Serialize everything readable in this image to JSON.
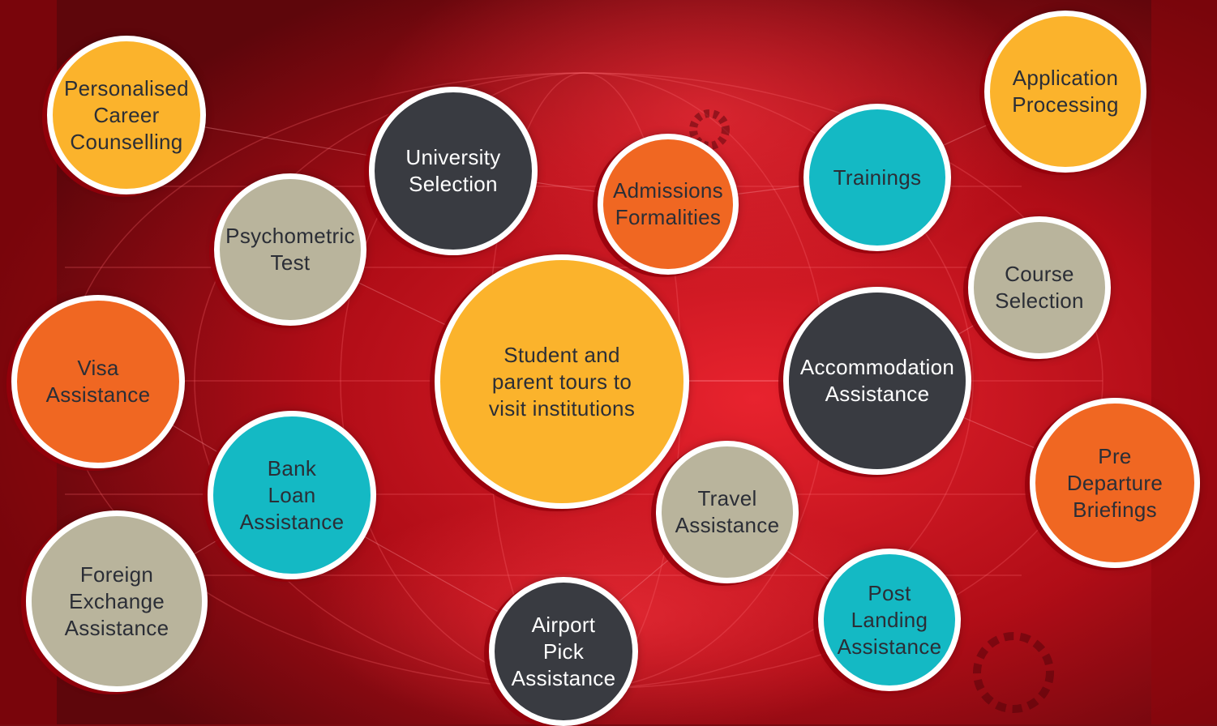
{
  "colors": {
    "yellow": "#fbb32c",
    "orange": "#f06722",
    "dark": "#393b41",
    "teal": "#14b9c4",
    "beige": "#b9b49c",
    "background_red": "#c0101c"
  },
  "services": {
    "personalised_career_counselling": "Personalised\nCareer\nCounselling",
    "university_selection": "University\nSelection",
    "admissions_formalities": "Admissions\nFormalities",
    "trainings": "Trainings",
    "application_processing": "Application\nProcessing",
    "psychometric_test": "Psychometric\nTest",
    "course_selection": "Course\nSelection",
    "student_parent_tours": "Student and\nparent tours to\nvisit institutions",
    "accommodation_assistance": "Accommodation\nAssistance",
    "visa_assistance": "Visa\nAssistance",
    "bank_loan_assistance": "Bank\nLoan\nAssistance",
    "travel_assistance": "Travel\nAssistance",
    "pre_departure_briefings": "Pre\nDeparture\nBriefings",
    "foreign_exchange_assistance": "Foreign\nExchange\nAssistance",
    "airport_pick_assistance": "Airport\nPick\nAssistance",
    "post_landing_assistance": "Post\nLanding\nAssistance"
  }
}
